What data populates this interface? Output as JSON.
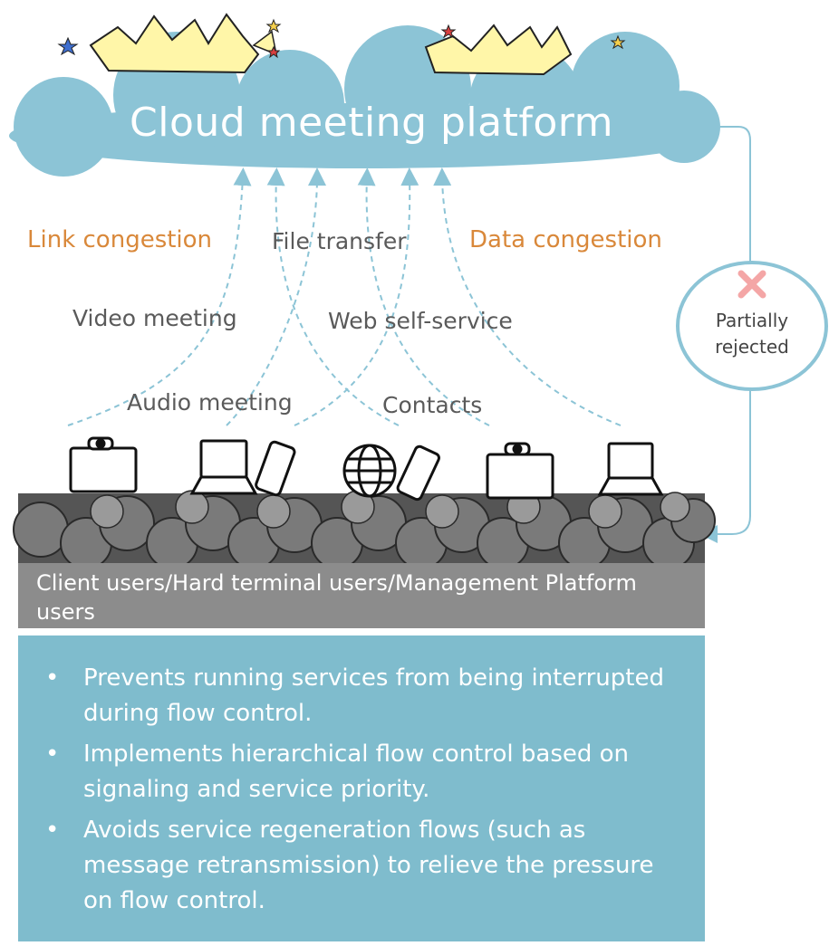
{
  "platform": {
    "title": "Cloud meeting platform"
  },
  "congestion": {
    "link": "Link congestion",
    "data": "Data congestion"
  },
  "services": {
    "file_transfer": "File transfer",
    "video_meeting": "Video meeting",
    "web_self_service": "Web self-service",
    "audio_meeting": "Audio meeting",
    "contacts": "Contacts"
  },
  "rejection": {
    "line1": "Partially",
    "line2": "rejected"
  },
  "users": {
    "label": "Client users/Hard terminal users/Management Platform users"
  },
  "benefits": {
    "bullet": "•",
    "items": [
      "Prevents running services from being interrupted during flow control.",
      "Implements hierarchical flow control based on signaling and service priority.",
      "Avoids service regeneration flows (such as message retransmission) to relieve the pressure on flow control."
    ]
  },
  "colors": {
    "cloud": "#8cc4d6",
    "arrow": "#8cc4d6",
    "congestion_text": "#d9883a",
    "users_bar": "#8c8c8c",
    "benefits_box": "#7fbccd",
    "reject_mark": "#f4a6a6"
  }
}
